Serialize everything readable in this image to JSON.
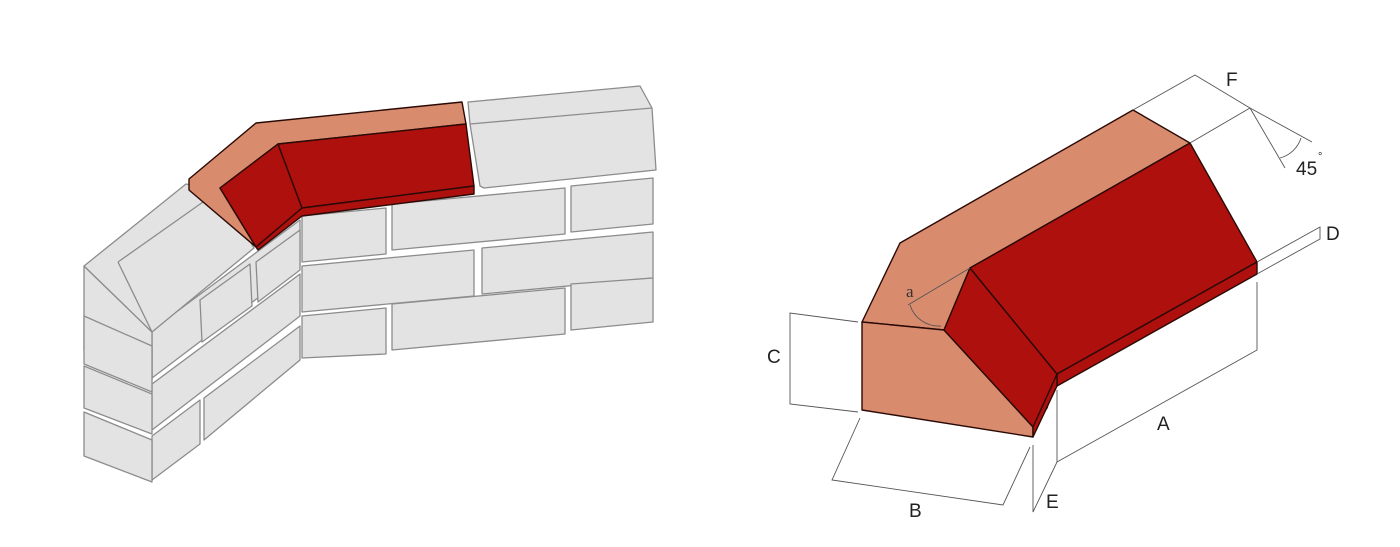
{
  "figure": {
    "left_view": "Brick wall corner with angled coping stone installed",
    "right_view": "Angled coping stone with dimension annotations"
  },
  "colors": {
    "coping_top": "#d98b6e",
    "coping_slope": "#ae100e",
    "brick": "#e3e3e3",
    "brick_stroke": "#8c8c8c"
  },
  "dimensions": {
    "A": "A",
    "B": "B",
    "C": "C",
    "D": "D",
    "E": "E",
    "F": "F",
    "angle_a": "a",
    "slope_angle": "45",
    "degree": "°"
  }
}
